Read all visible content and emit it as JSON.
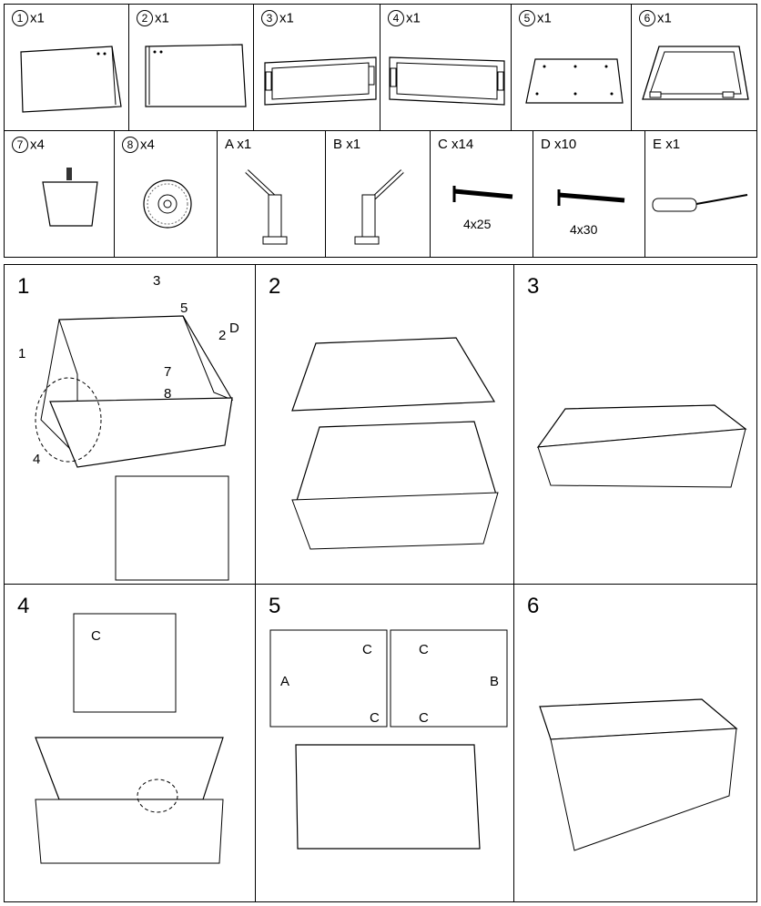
{
  "parts": [
    {
      "num": "1",
      "qty": "x1"
    },
    {
      "num": "2",
      "qty": "x1"
    },
    {
      "num": "3",
      "qty": "x1"
    },
    {
      "num": "4",
      "qty": "x1"
    },
    {
      "num": "5",
      "qty": "x1"
    },
    {
      "num": "6",
      "qty": "x1"
    },
    {
      "num": "7",
      "qty": "x4"
    },
    {
      "num": "8",
      "qty": "x4"
    }
  ],
  "hardware": [
    {
      "letter": "A",
      "qty": "x1"
    },
    {
      "letter": "B",
      "qty": "x1"
    },
    {
      "letter": "C",
      "qty": "x14",
      "size": "4x25"
    },
    {
      "letter": "D",
      "qty": "x10",
      "size": "4x30"
    },
    {
      "letter": "E",
      "qty": "x1"
    }
  ],
  "steps": [
    "1",
    "2",
    "3",
    "4",
    "5",
    "6"
  ],
  "callouts": {
    "s1": [
      "3",
      "2",
      "1",
      "4"
    ],
    "s2": [
      "5",
      "D"
    ],
    "s3": [
      "7",
      "8"
    ],
    "s4": [
      "C"
    ],
    "s5": [
      "C",
      "A",
      "C",
      "C",
      "B",
      "C"
    ]
  }
}
